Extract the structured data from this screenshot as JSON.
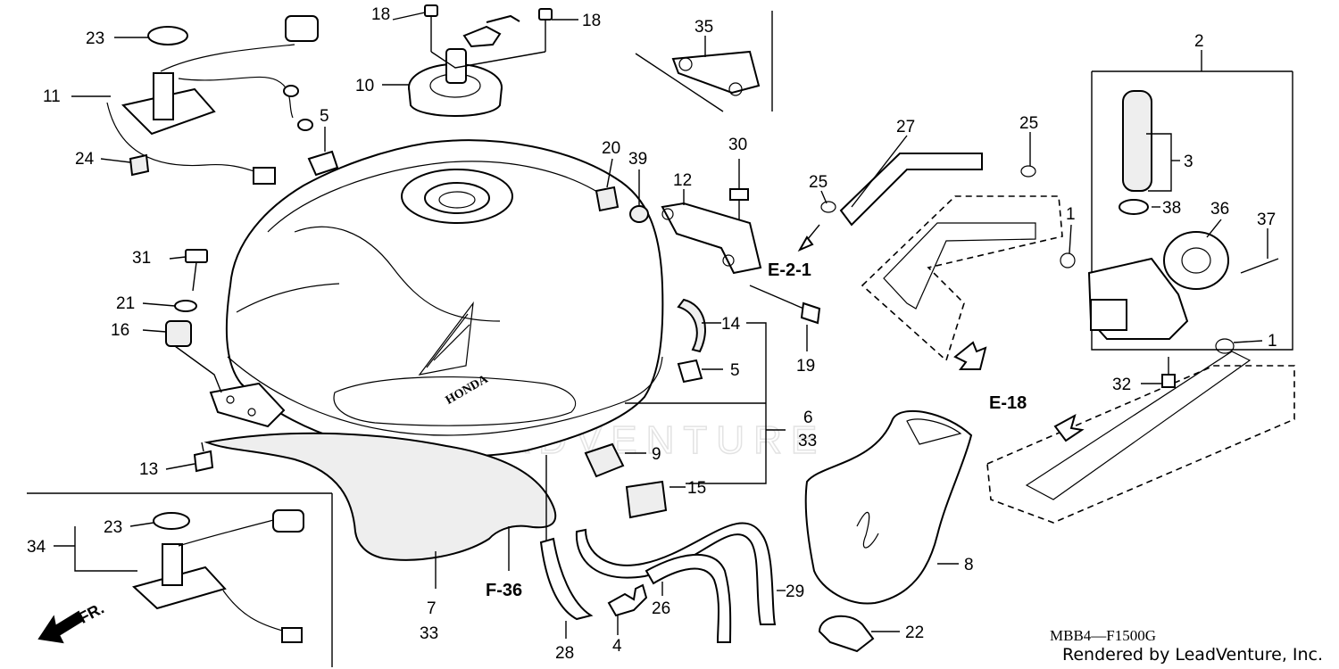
{
  "diagram": {
    "watermark": "LEADVENTURE",
    "callouts": {
      "c1a": "1",
      "c1b": "1",
      "c2": "2",
      "c3": "3",
      "c4": "4",
      "c5a": "5",
      "c5b": "5",
      "c6": "6",
      "c7": "7",
      "c8": "8",
      "c9": "9",
      "c10": "10",
      "c11": "11",
      "c12": "12",
      "c13": "13",
      "c14": "14",
      "c15": "15",
      "c16": "16",
      "c18a": "18",
      "c18b": "18",
      "c19": "19",
      "c20": "20",
      "c21": "21",
      "c22": "22",
      "c23a": "23",
      "c23b": "23",
      "c24": "24",
      "c25a": "25",
      "c25b": "25",
      "c26": "26",
      "c27": "27",
      "c28": "28",
      "c29": "29",
      "c30": "30",
      "c31": "31",
      "c32": "32",
      "c33a": "33",
      "c33b": "33",
      "c34": "34",
      "c35": "35",
      "c36": "36",
      "c37": "37",
      "c38": "38",
      "c39": "39"
    },
    "refs": {
      "e21": "E-2-1",
      "e18": "E-18",
      "f36": "F-36"
    },
    "direction": "FR.",
    "tank_badge": "HONDA",
    "drawing_code": "MBB4—F1500G",
    "credit": "Rendered by LeadVenture, Inc."
  }
}
